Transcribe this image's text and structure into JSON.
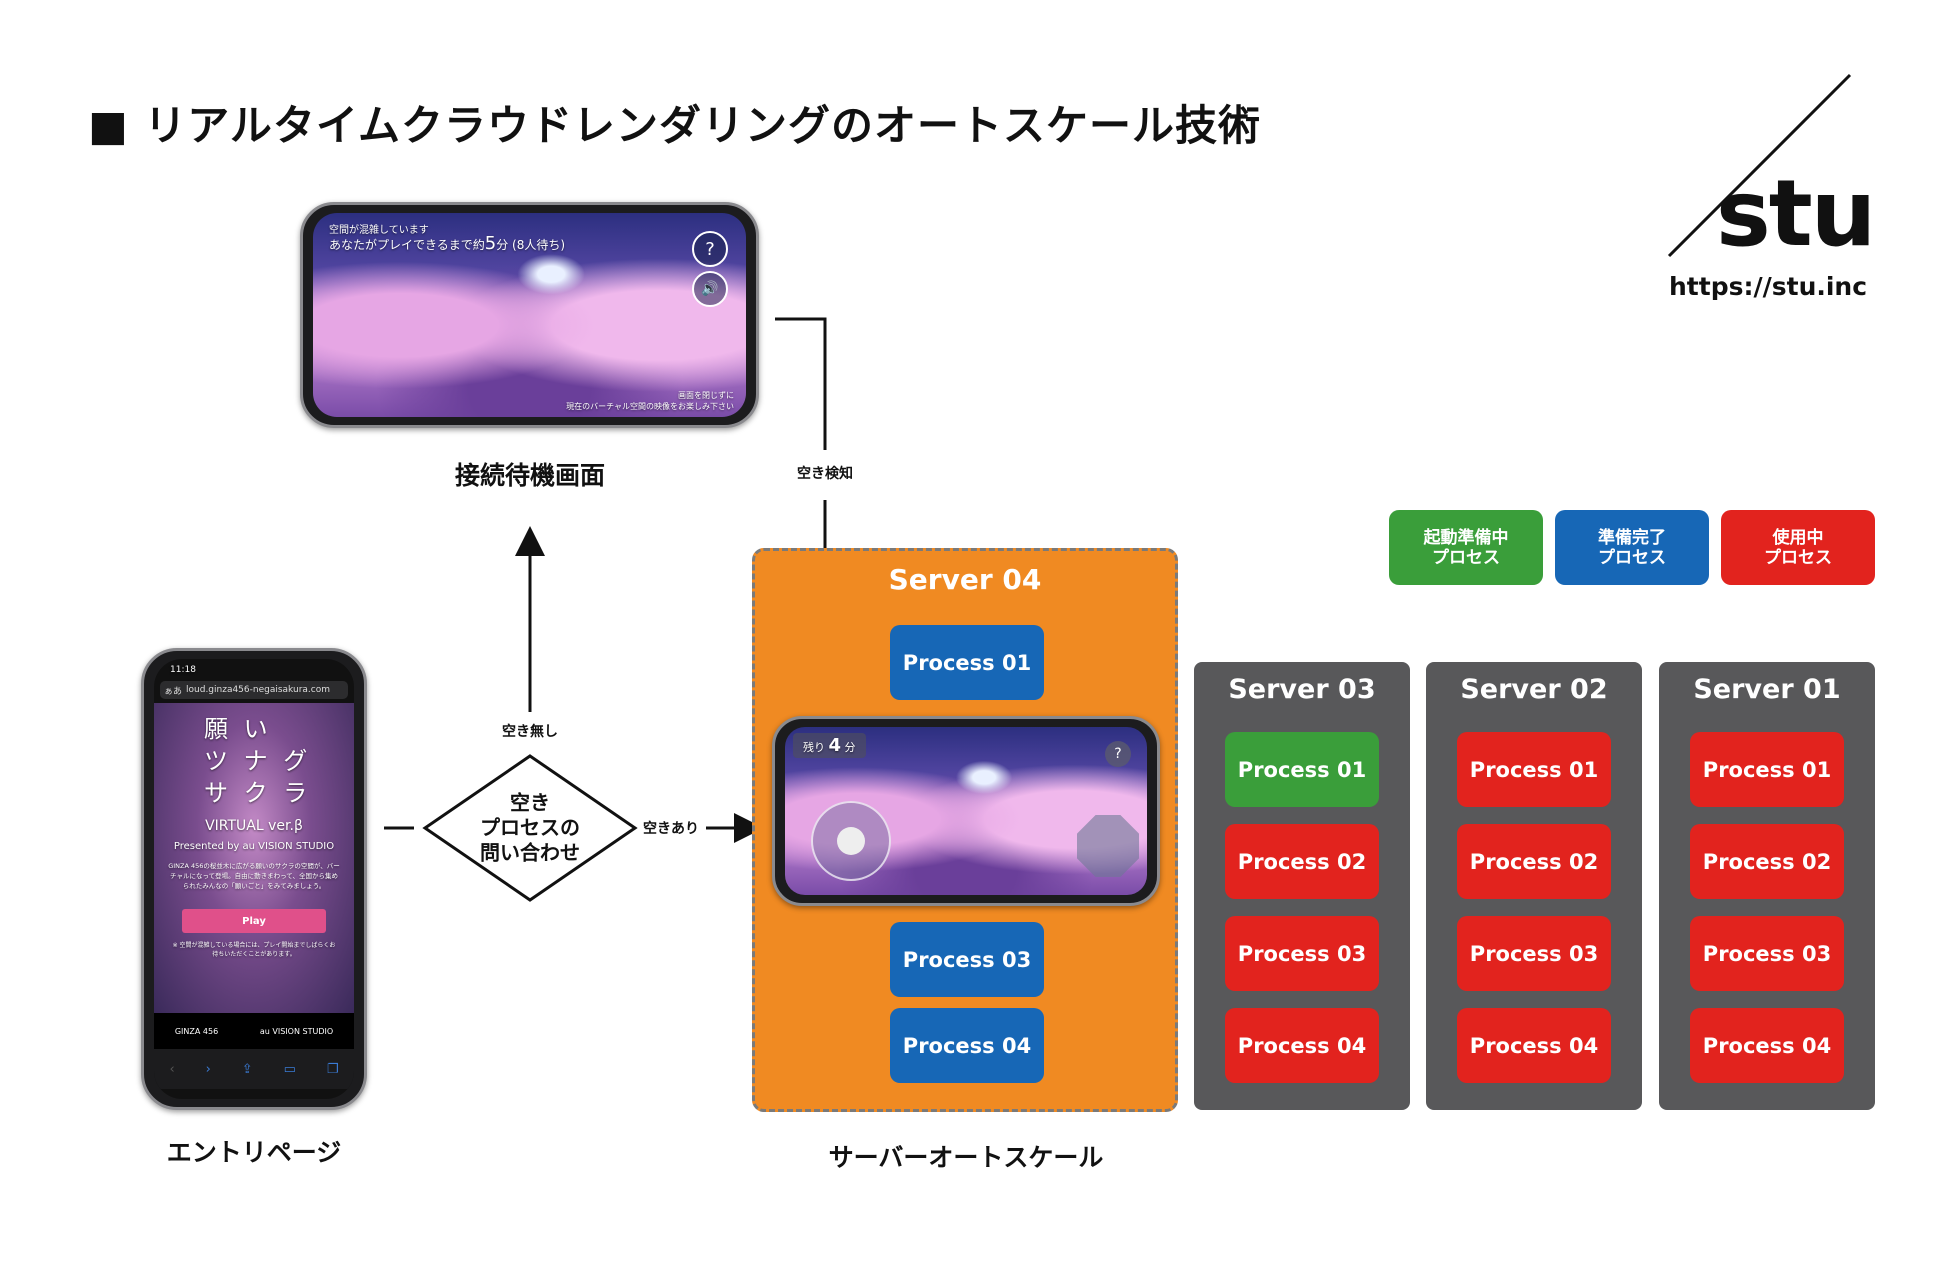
{
  "title": "■ リアルタイムクラウドレンダリングのオートスケール技術",
  "logo": {
    "text": "stu",
    "url": "https://stu.inc"
  },
  "waiting_screen": {
    "caption": "接続待機画面",
    "status_line": "空間が混雑しています",
    "wait_message_prefix": "あなたがプレイできるまで約",
    "wait_minutes": "5",
    "wait_message_suffix": "分 (8人待ち)",
    "footer_line1": "画面を閉じずに",
    "footer_line2": "現在のバーチャル空間の映像をお楽しみ下さい",
    "help_icon": "?",
    "sound_icon": "🔊"
  },
  "entry_page": {
    "caption": "エントリページ",
    "time": "11:18",
    "url_prefix": "ぁあ",
    "url": "loud.ginza456-negaisakura.com",
    "logo_lines": [
      "願 い",
      "ツ ナ グ",
      "サ ク ラ"
    ],
    "version": "VIRTUAL ver.β",
    "presented_by": "Presented by au VISION STUDIO",
    "description": "GINZA 456の桜並木に広がる願いのサクラの空間が、バーチャルになって登場。自由に動きまわって、全国から集められたみんなの「願いごと」をみてみましょう。",
    "play_label": "Play",
    "note": "※ 空間が混雑している場合には、プレイ開始までしばらくお待ちいただくことがあります。",
    "footer_left": "GINZA 456",
    "footer_right": "au VISION STUDIO"
  },
  "flow": {
    "decision": [
      "空き",
      "プロセスの",
      "問い合わせ"
    ],
    "no_vacancy": "空き無し",
    "vacancy": "空きあり",
    "vacancy_detected": "空き検知"
  },
  "legend": [
    {
      "label": [
        "起動準備中",
        "プロセス"
      ],
      "color": "#3a9e3a"
    },
    {
      "label": [
        "準備完了",
        "プロセス"
      ],
      "color": "#1767b6"
    },
    {
      "label": [
        "使用中",
        "プロセス"
      ],
      "color": "#e2231e"
    }
  ],
  "server04": {
    "title": "Server 04",
    "caption": "サーバーオートスケール",
    "color": "#f08a22",
    "processes": [
      "Process 01",
      "Process 03",
      "Process 04"
    ],
    "game_remaining_prefix": "残り",
    "game_remaining_value": "4",
    "game_remaining_suffix": "分",
    "help_icon": "?"
  },
  "servers": [
    {
      "title": "Server 03",
      "processes": [
        {
          "label": "Process 01",
          "state": "starting"
        },
        {
          "label": "Process 02",
          "state": "in-use"
        },
        {
          "label": "Process 03",
          "state": "in-use"
        },
        {
          "label": "Process 04",
          "state": "in-use"
        }
      ]
    },
    {
      "title": "Server 02",
      "processes": [
        {
          "label": "Process 01",
          "state": "in-use"
        },
        {
          "label": "Process 02",
          "state": "in-use"
        },
        {
          "label": "Process 03",
          "state": "in-use"
        },
        {
          "label": "Process 04",
          "state": "in-use"
        }
      ]
    },
    {
      "title": "Server 01",
      "processes": [
        {
          "label": "Process 01",
          "state": "in-use"
        },
        {
          "label": "Process 02",
          "state": "in-use"
        },
        {
          "label": "Process 03",
          "state": "in-use"
        },
        {
          "label": "Process 04",
          "state": "in-use"
        }
      ]
    }
  ]
}
